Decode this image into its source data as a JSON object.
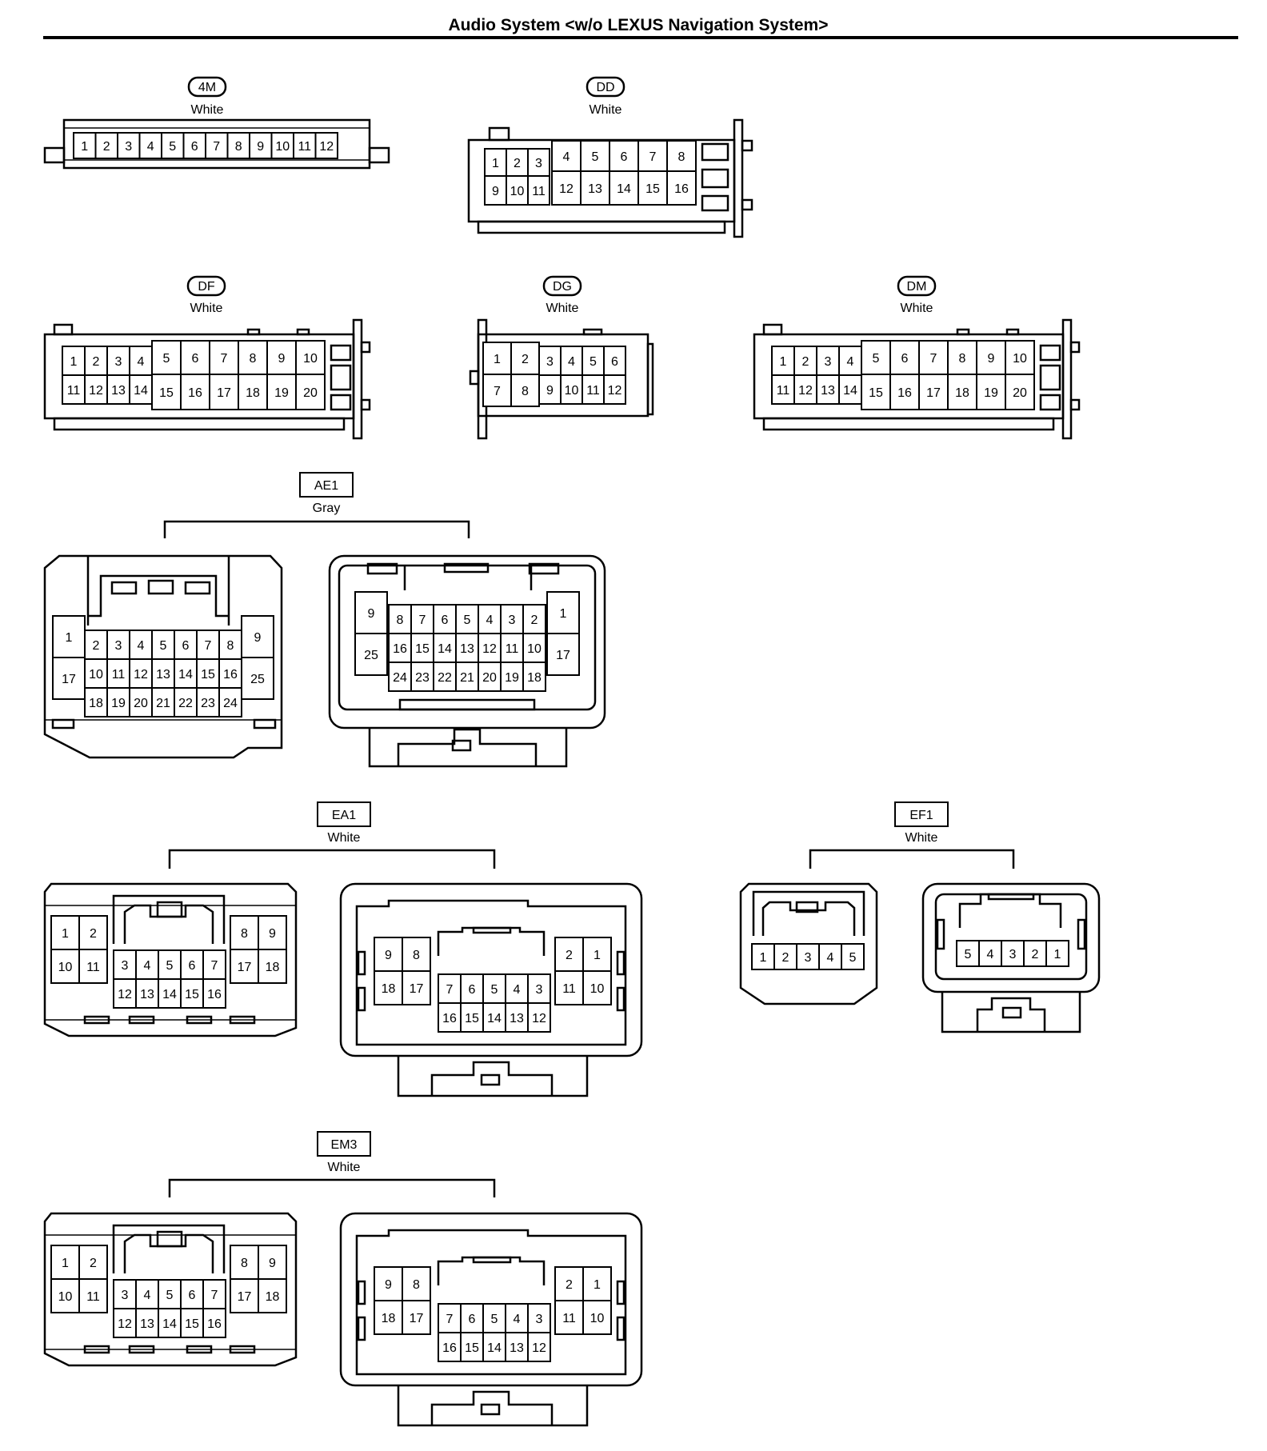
{
  "title": "Audio System <w/o LEXUS Navigation System>",
  "colors": {
    "ink": "#000000",
    "paper": "#ffffff"
  },
  "connectors": [
    {
      "id": "4M",
      "color": "White",
      "badge": "rounded"
    },
    {
      "id": "DD",
      "color": "White",
      "badge": "rounded"
    },
    {
      "id": "DF",
      "color": "White",
      "badge": "rounded"
    },
    {
      "id": "DG",
      "color": "White",
      "badge": "rounded"
    },
    {
      "id": "DM",
      "color": "White",
      "badge": "rounded"
    },
    {
      "id": "AE1",
      "color": "Gray",
      "badge": "box"
    },
    {
      "id": "EA1",
      "color": "White",
      "badge": "box"
    },
    {
      "id": "EF1",
      "color": "White",
      "badge": "box"
    },
    {
      "id": "EM3",
      "color": "White",
      "badge": "box"
    }
  ],
  "pins": {
    "c4m": [
      "1",
      "2",
      "3",
      "4",
      "5",
      "6",
      "7",
      "8",
      "9",
      "10",
      "11",
      "12"
    ],
    "dd": [
      "1",
      "2",
      "3",
      "4",
      "5",
      "6",
      "7",
      "8",
      "9",
      "10",
      "11",
      "12",
      "13",
      "14",
      "15",
      "16"
    ],
    "df": [
      "1",
      "2",
      "3",
      "4",
      "5",
      "6",
      "7",
      "8",
      "9",
      "10",
      "11",
      "12",
      "13",
      "14",
      "15",
      "16",
      "17",
      "18",
      "19",
      "20"
    ],
    "dg": [
      "1",
      "2",
      "3",
      "4",
      "5",
      "6",
      "7",
      "8",
      "9",
      "10",
      "11",
      "12"
    ],
    "dm": [
      "1",
      "2",
      "3",
      "4",
      "5",
      "6",
      "7",
      "8",
      "9",
      "10",
      "11",
      "12",
      "13",
      "14",
      "15",
      "16",
      "17",
      "18",
      "19",
      "20"
    ],
    "ae1_left": [
      "1",
      "2",
      "3",
      "4",
      "5",
      "6",
      "7",
      "8",
      "9",
      "17",
      "10",
      "11",
      "12",
      "13",
      "14",
      "15",
      "16",
      "25",
      "18",
      "19",
      "20",
      "21",
      "22",
      "23",
      "24"
    ],
    "ae1_right": [
      "9",
      "8",
      "7",
      "6",
      "5",
      "4",
      "3",
      "2",
      "1",
      "25",
      "16",
      "15",
      "14",
      "13",
      "12",
      "11",
      "10",
      "17",
      "24",
      "23",
      "22",
      "21",
      "20",
      "19",
      "18"
    ],
    "ea1_left": [
      "1",
      "2",
      "8",
      "9",
      "10",
      "11",
      "17",
      "18",
      "3",
      "4",
      "5",
      "6",
      "7",
      "12",
      "13",
      "14",
      "15",
      "16"
    ],
    "ea1_right": [
      "9",
      "8",
      "2",
      "1",
      "18",
      "17",
      "11",
      "10",
      "7",
      "6",
      "5",
      "4",
      "3",
      "16",
      "15",
      "14",
      "13",
      "12"
    ],
    "ef1_left": [
      "1",
      "2",
      "3",
      "4",
      "5"
    ],
    "ef1_right": [
      "5",
      "4",
      "3",
      "2",
      "1"
    ],
    "em3_left": [
      "1",
      "2",
      "8",
      "9",
      "10",
      "11",
      "17",
      "18",
      "3",
      "4",
      "5",
      "6",
      "7",
      "12",
      "13",
      "14",
      "15",
      "16"
    ],
    "em3_right": [
      "9",
      "8",
      "2",
      "1",
      "18",
      "17",
      "11",
      "10",
      "7",
      "6",
      "5",
      "4",
      "3",
      "16",
      "15",
      "14",
      "13",
      "12"
    ]
  }
}
